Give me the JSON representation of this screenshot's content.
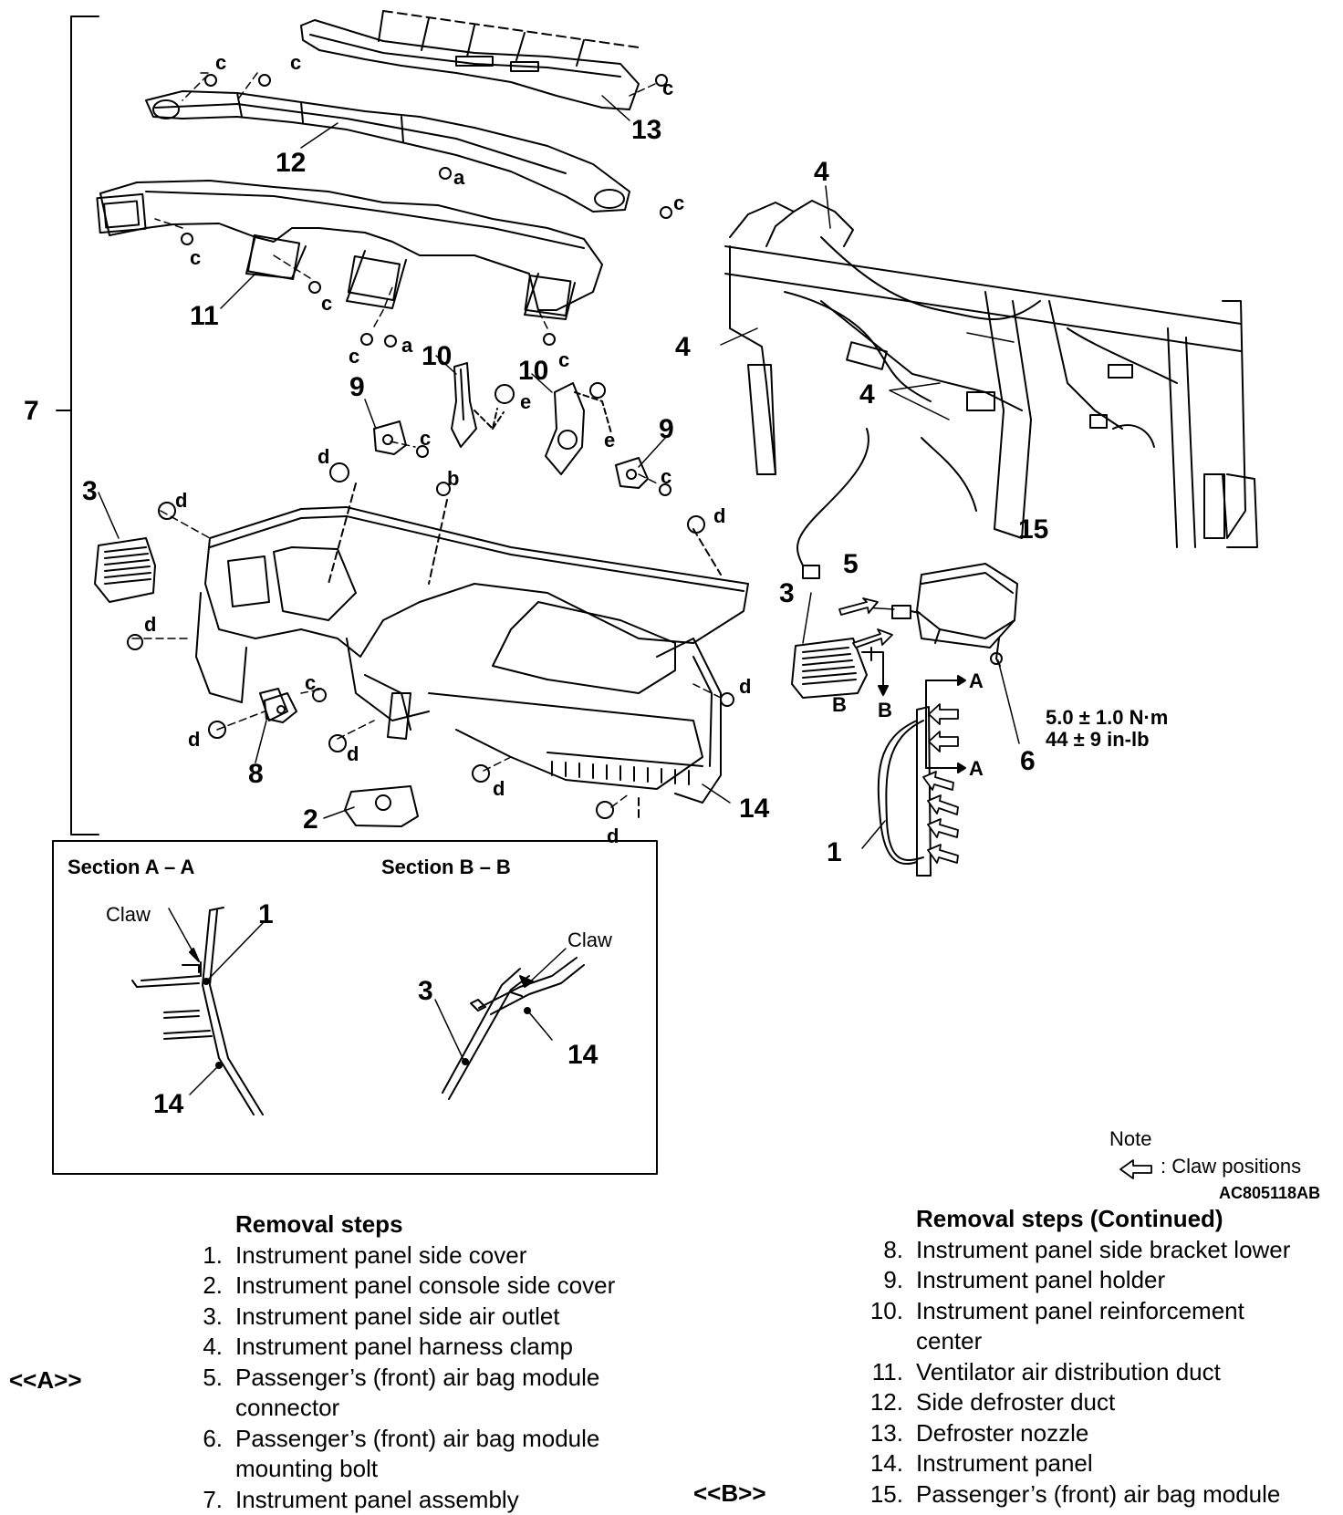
{
  "diagram": {
    "part_labels": {
      "p1": "1",
      "p1s": "1",
      "p2": "2",
      "p3": "3",
      "p3b": "3",
      "p3s": "3",
      "p4a": "4",
      "p4b": "4",
      "p4c": "4",
      "p5": "5",
      "p6": "6",
      "p7": "7",
      "p8": "8",
      "p9a": "9",
      "p9b": "9",
      "p10a": "10",
      "p10b": "10",
      "p11": "11",
      "p12": "12",
      "p13": "13",
      "p14": "14",
      "p14s1": "14",
      "p14s2": "14",
      "p15": "15"
    },
    "fastener_labels": {
      "a": "a",
      "b": "b",
      "c": "c",
      "d": "d",
      "e": "e"
    },
    "view_labels": {
      "A": "A",
      "B": "B"
    },
    "torque": {
      "line1": "5.0 ± 1.0 N·m",
      "line2": "44 ± 9 in-lb"
    },
    "section_a_title": "Section A – A",
    "section_b_title": "Section B – B",
    "claw_label": "Claw",
    "note_title": "Note",
    "note_text": ": Claw positions",
    "figure_code": "AC805118AB"
  },
  "removal_steps": {
    "title": "Removal steps",
    "items": [
      {
        "num": "1.",
        "text": "Instrument panel side cover"
      },
      {
        "num": "2.",
        "text": "Instrument panel console side cover"
      },
      {
        "num": "3.",
        "text": "Instrument panel side air outlet"
      },
      {
        "num": "4.",
        "text": "Instrument panel harness clamp"
      },
      {
        "num": "5.",
        "text": "Passenger’s (front) air bag module connector",
        "lead": "<<A>>"
      },
      {
        "num": "6.",
        "text": "Passenger’s (front) air bag module mounting bolt"
      },
      {
        "num": "7.",
        "text": "Instrument panel assembly"
      }
    ]
  },
  "removal_steps_cont": {
    "title": "Removal steps (Continued)",
    "items": [
      {
        "num": "8.",
        "text": "Instrument panel side bracket lower"
      },
      {
        "num": "9.",
        "text": "Instrument panel holder"
      },
      {
        "num": "10.",
        "text": "Instrument panel reinforcement center"
      },
      {
        "num": "11.",
        "text": "Ventilator air distribution duct"
      },
      {
        "num": "12.",
        "text": "Side defroster duct"
      },
      {
        "num": "13.",
        "text": "Defroster nozzle"
      },
      {
        "num": "14.",
        "text": "Instrument panel"
      },
      {
        "num": "15.",
        "text": "Passenger’s (front) air bag module",
        "lead": "<<B>>"
      }
    ]
  }
}
